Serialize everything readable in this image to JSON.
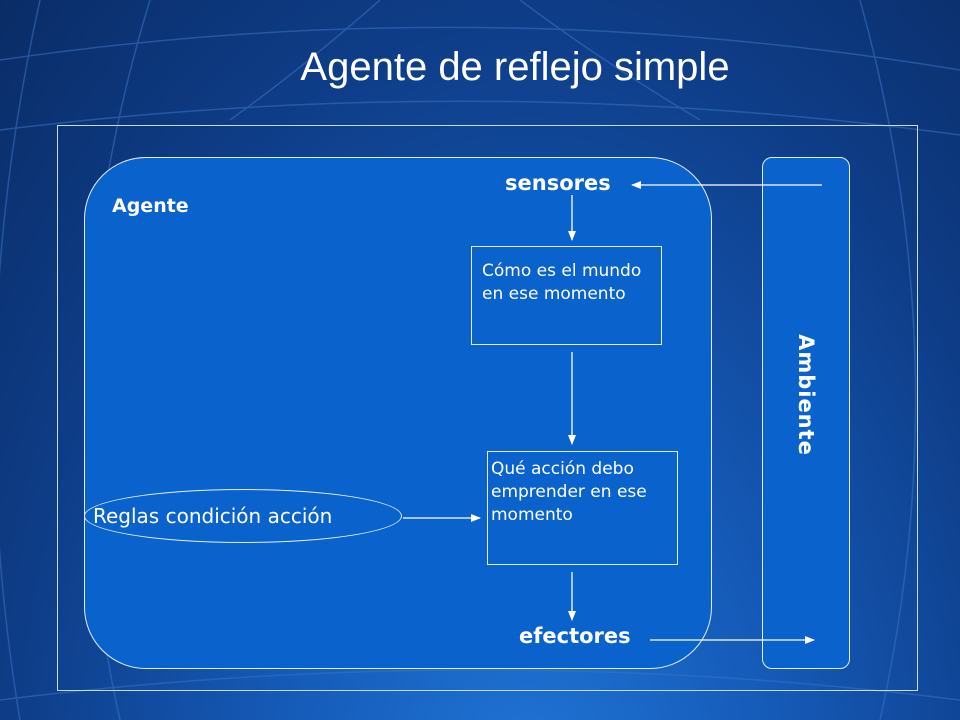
{
  "title": "Agente de reflejo simple",
  "agent": {
    "label": "Agente",
    "sensors": "sensores",
    "effectors": "efectores",
    "world_state_box": "Cómo es el mundo en ese momento",
    "action_box": "Qué acción debo emprender en ese momento",
    "rules": "Reglas condición acción"
  },
  "environment": {
    "label": "Ambiente"
  },
  "colors": {
    "background": "#0e3c86",
    "box_fill": "#0a63cc",
    "stroke": "#ffffff"
  }
}
